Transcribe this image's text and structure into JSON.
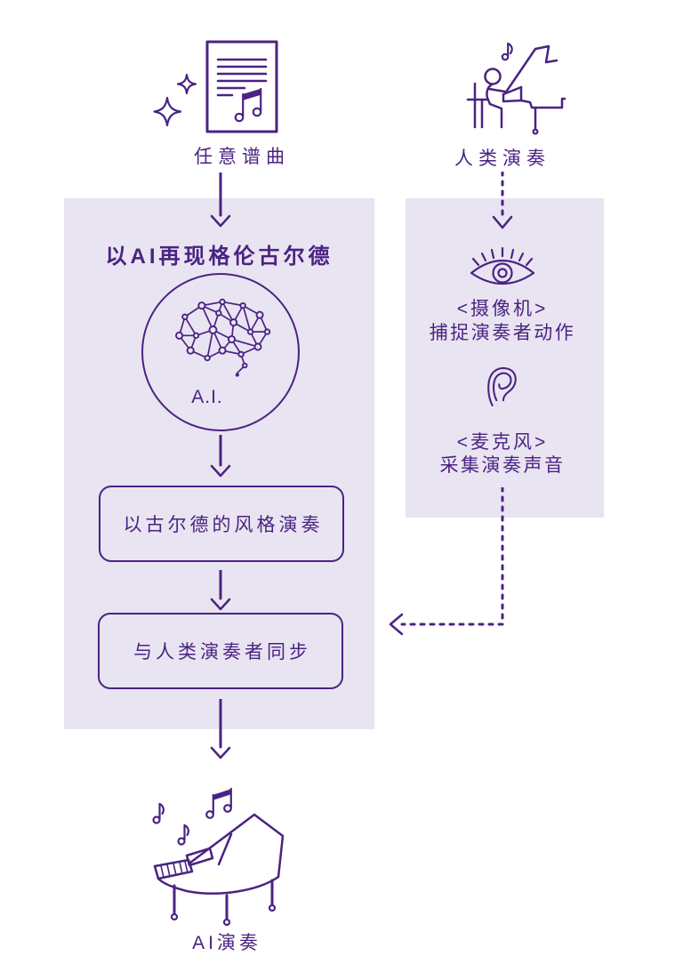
{
  "colors": {
    "ink": "#4a2383",
    "panel": "#e9e4f1",
    "bg": "#ffffff"
  },
  "sources": {
    "score": {
      "label": "任意谱曲"
    },
    "human": {
      "label": "人类演奏"
    }
  },
  "ai_panel": {
    "title": "以AI再现格伦古尔德",
    "core_label": "A.I.",
    "steps": [
      {
        "label": "以古尔德的风格演奏"
      },
      {
        "label": "与人类演奏者同步"
      }
    ]
  },
  "sensor_panel": {
    "camera": {
      "tag": "<摄像机>",
      "description": "捕捉演奏者动作"
    },
    "microphone": {
      "tag": "<麦克风>",
      "description": "采集演奏声音"
    }
  },
  "output": {
    "label": "AI演奏"
  },
  "icons": [
    "sparkles-icon",
    "sheet-music-icon",
    "pianist-icon",
    "eye-icon",
    "ear-icon",
    "brain-network-icon",
    "grand-piano-icon",
    "arrow-down-icon",
    "dotted-arrow-down-icon",
    "dotted-elbow-arrow-icon"
  ]
}
